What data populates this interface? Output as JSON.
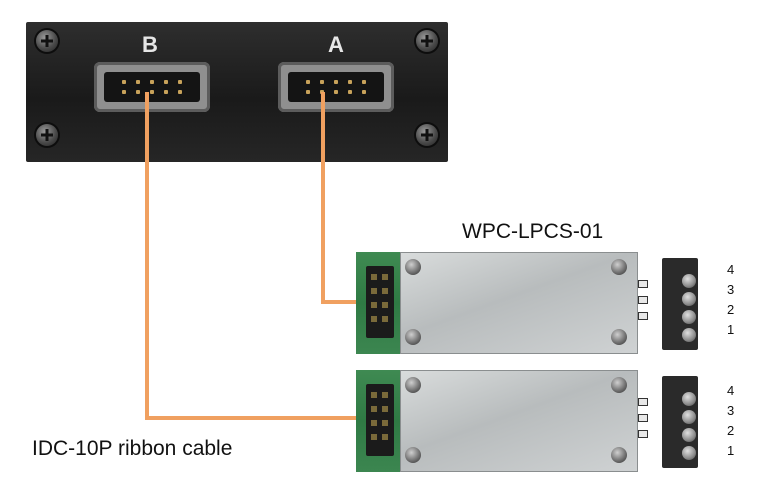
{
  "panel": {
    "port_b_label": "B",
    "port_a_label": "A"
  },
  "board_title": "WPC-LPCS-01",
  "cable_label": "IDC-10P ribbon cable",
  "boards": [
    {
      "pins": [
        "4",
        "3",
        "2",
        "1"
      ]
    },
    {
      "pins": [
        "4",
        "3",
        "2",
        "1"
      ]
    }
  ],
  "colors": {
    "cable": "#f0a060",
    "board": "#2f7a44",
    "panel": "#1a1a1a"
  }
}
